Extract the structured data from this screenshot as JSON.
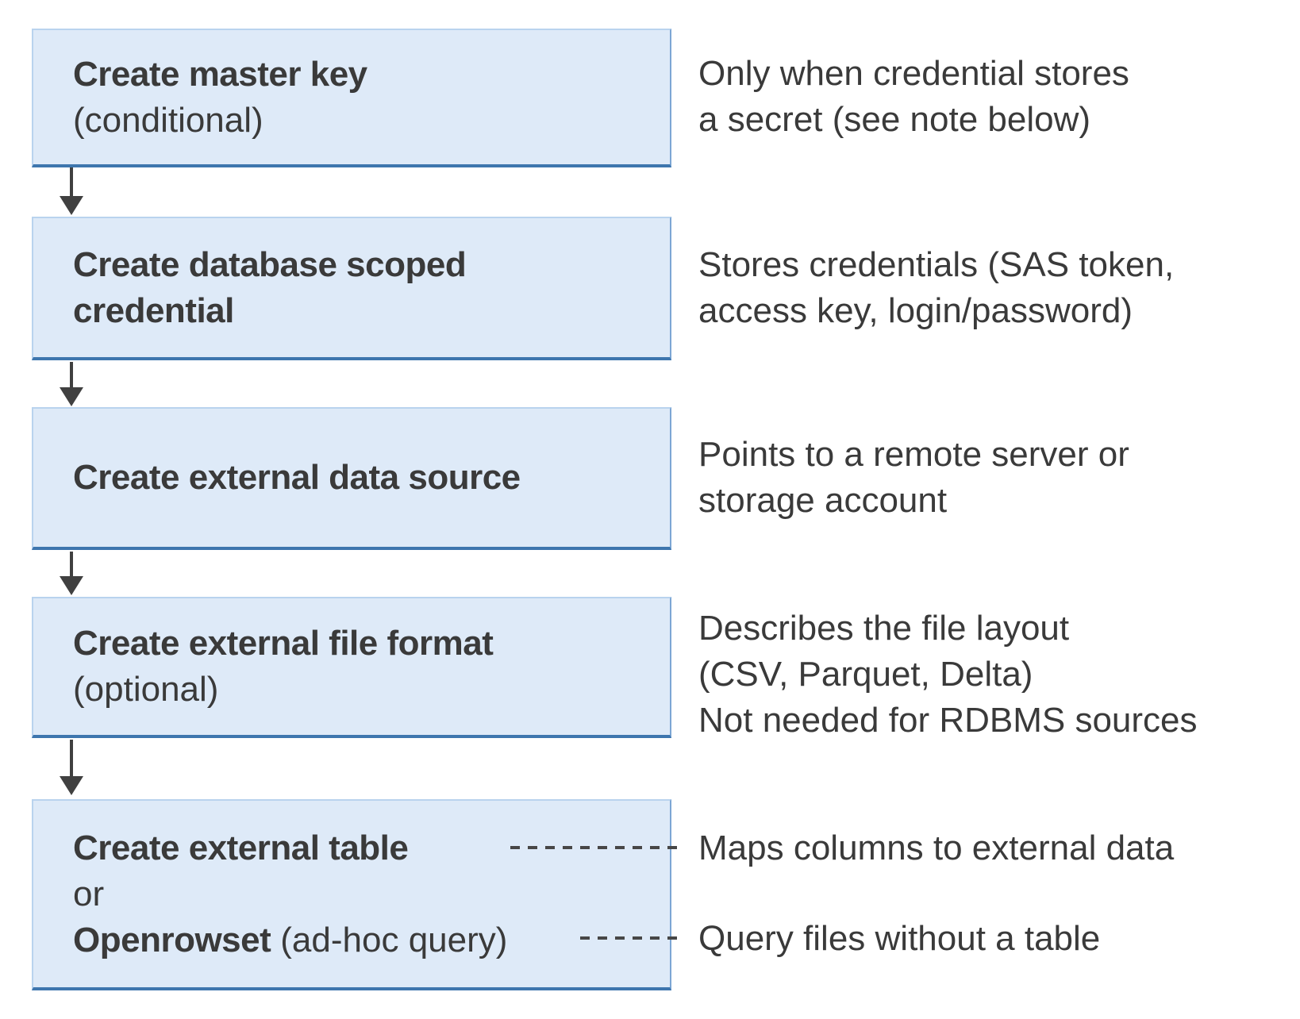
{
  "colors": {
    "box-fill": "#deeaf8",
    "box-border-light": "#b9d3ee",
    "box-border-right": "#7ca6d4",
    "box-border-bottom": "#3e76ae",
    "arrow": "#404040",
    "dash": "#474747",
    "text": "#3a3a3a"
  },
  "steps": [
    {
      "title": "Create master key",
      "subtitle": "(conditional)",
      "note": "Only when credential stores\na secret (see note below)"
    },
    {
      "title": "Create database scoped\ncredential",
      "note": "Stores credentials (SAS token,\naccess key, login/password)"
    },
    {
      "title": "Create external data source",
      "note": "Points to a remote server or\nstorage account"
    },
    {
      "title": "Create external file format",
      "subtitle": "(optional)",
      "note": "Describes the file layout\n(CSV, Parquet, Delta)\nNot needed for RDBMS sources"
    },
    {
      "title": "Create external table",
      "or_label": "or",
      "alt_title": "Openrowset",
      "alt_suffix": "(ad-hoc query)",
      "note_table": "Maps columns to external data",
      "note_openrowset": "Query files without a table"
    }
  ]
}
